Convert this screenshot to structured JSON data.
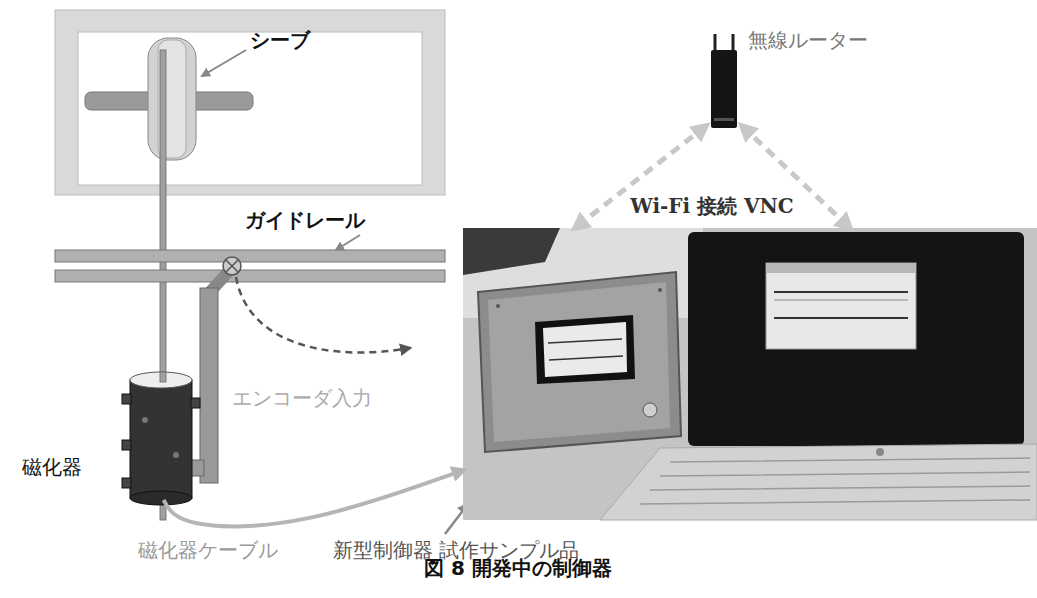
{
  "diagram": {
    "caption": "図 8 開発中の制御器",
    "nodes": [
      {
        "text": [
          "磁化器"
        ]
      },
      {
        "text": [
          "新型制御器 試作サンプル品"
        ]
      },
      {
        "text": [
          "無線ルーター"
        ]
      }
    ],
    "edges": [
      {
        "from": 0,
        "to": 1,
        "arrow": "to",
        "label": "磁化器ケーブル"
      },
      {
        "from": 2,
        "to": 1,
        "arrow": "both",
        "label": "Wi-Fi 接続 VNC"
      },
      {
        "from": 2,
        "to": 1,
        "arrow": "both"
      }
    ],
    "labels": [
      "シーブ",
      "ガイドレール",
      "エンコーダ入力"
    ]
  }
}
